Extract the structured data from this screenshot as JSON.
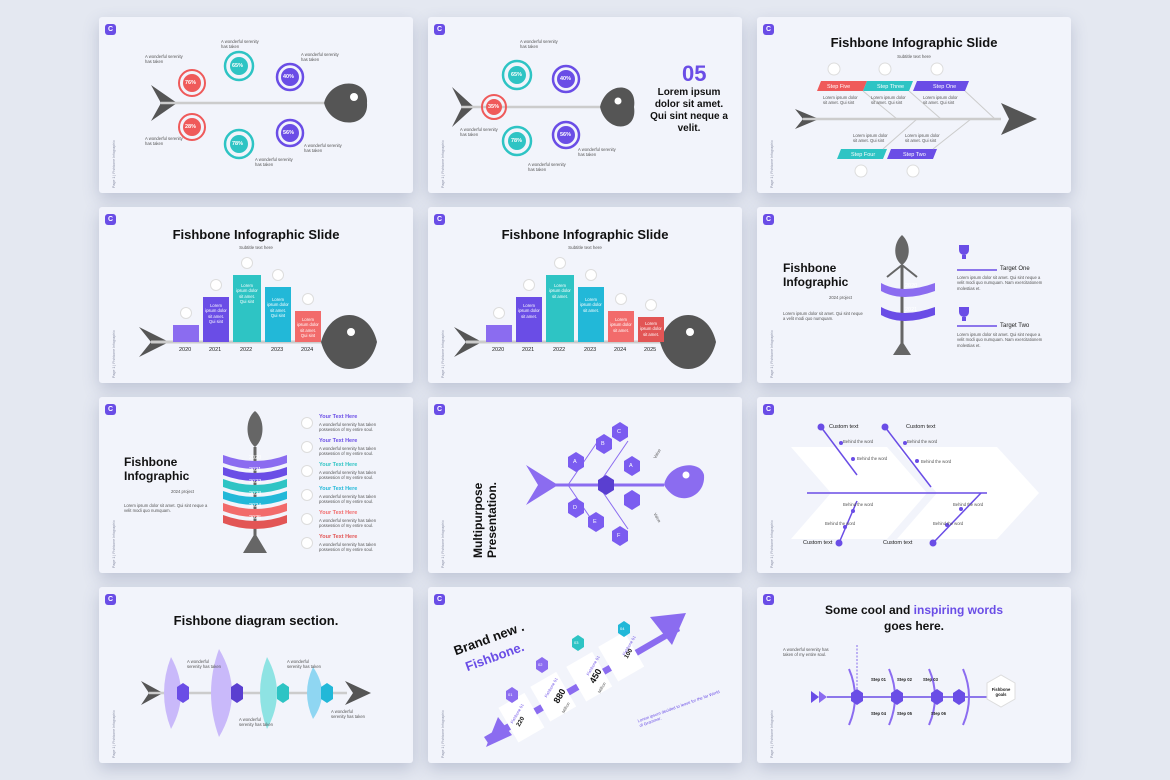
{
  "common": {
    "logo": "C",
    "side_label": "Page 1 | Fishbone Infographic"
  },
  "s1": {
    "pcts": [
      "76%",
      "65%",
      "40%",
      "28%",
      "78%",
      "56%"
    ],
    "note": "A wonderful serenity has taken"
  },
  "s2": {
    "number": "05",
    "heading": "Lorem ipsum dolor sit amet. Qui sint neque a velit.",
    "pcts": [
      "65%",
      "40%",
      "35%",
      "78%",
      "56%"
    ],
    "note": "A wonderful serenity has taken"
  },
  "s3": {
    "title": "Fishbone Infographic Slide",
    "subtitle": "Subtitle text here",
    "steps": [
      "Step Five",
      "Step Three",
      "Step One",
      "Step Four",
      "Step Two"
    ],
    "note": "Lorem ipsum dolor sit amet. Qui sint"
  },
  "s4": {
    "title": "Fishbone Infographic Slide",
    "subtitle": "Subtitle text here",
    "years": [
      "2020",
      "2021",
      "2022",
      "2023",
      "2024"
    ],
    "bar_text": "Lorem ipsum dolor sit amet. Qui sint"
  },
  "s5": {
    "title": "Fishbone Infographic Slide",
    "subtitle": "Subtitle text here",
    "years": [
      "2020",
      "2021",
      "2022",
      "2023",
      "2024",
      "2025"
    ],
    "bar_text": "Lorem ipsum dolor sit amet."
  },
  "s6": {
    "title": "Fishbone Infographic",
    "year": "2024 project",
    "desc": "Lorem ipsum dolor sit amet. Qui sint neque a velit modi quo numquam.",
    "years": [
      "2020",
      "2021"
    ],
    "targets": [
      "Target One",
      "Target Two"
    ],
    "target_text": "Lorem ipsum dolor sit amet. Qui sint neque a velit modi quo numquam. Nam exercitationem molestias et."
  },
  "s7": {
    "title": "Fishbone Infographic",
    "year": "2024 project",
    "desc": "Lorem ipsum dolor sit amet. Qui sint neque a velit modi quo numquam.",
    "years": [
      "2020",
      "2021",
      "2022",
      "2023",
      "2024",
      "2025"
    ],
    "item_title": "Your Text Here",
    "item_text": "A wonderful serenity has taken possession of my entire soul."
  },
  "s8": {
    "title": "Multipurpose Presentation.",
    "hex_letters": [
      "B",
      "C",
      "A",
      "A",
      "D",
      "E",
      "F"
    ],
    "value_label": "Value"
  },
  "s9": {
    "custom": [
      "Custom text",
      "Custom text",
      "Custom text",
      "Custom text"
    ],
    "behind": "Behind the word"
  },
  "s10": {
    "title": "Fishbone diagram section.",
    "note": "A wonderful serenity has taken"
  },
  "s11": {
    "title1": "Brand new .",
    "title2": "Fishbone.",
    "nums": [
      "01",
      "02",
      "03",
      "04"
    ],
    "label": "Fishbone 01",
    "values": [
      "220",
      "880",
      "450",
      "100"
    ],
    "unit": "Million",
    "desc": "Lorem ipsum decided to leave for the far World of Grammar."
  },
  "s12": {
    "title1": "Some cool and ",
    "title2": "inspiring words",
    "title3": "goes here.",
    "desc": "A wonderful serenity has taken of my entire soul.",
    "steps": [
      "Step 01",
      "Step 02",
      "Step 03",
      "Step 04",
      "Step 05",
      "Step 06"
    ],
    "goal": "Fishbone goals"
  }
}
